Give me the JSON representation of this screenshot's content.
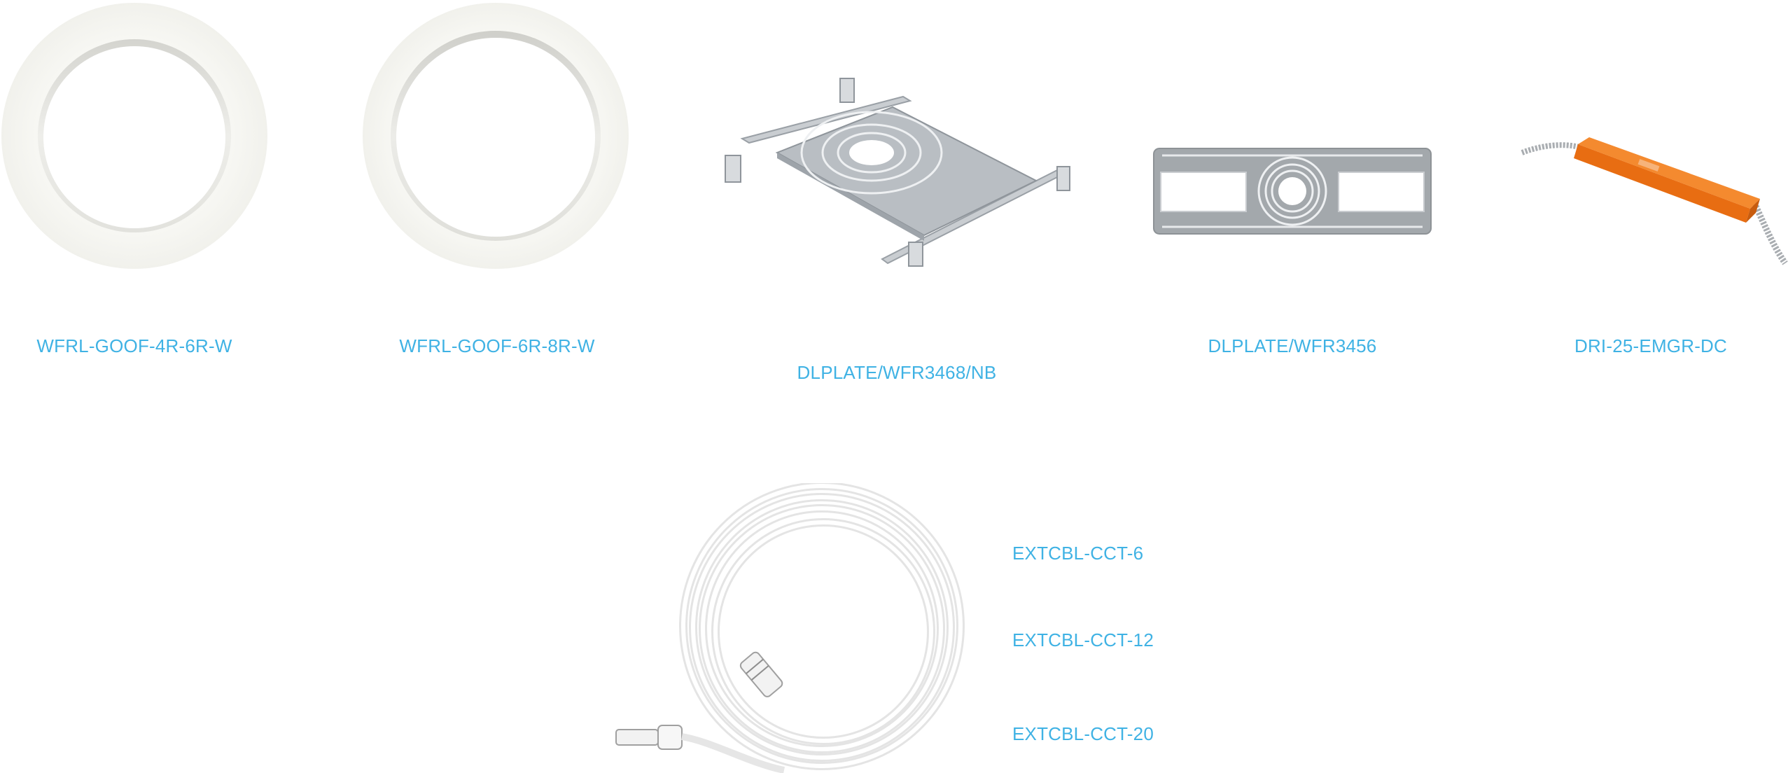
{
  "products": [
    {
      "sku": "WFRL-GOOF-4R-6R-W",
      "image": "trim-ring-4r-6r-image"
    },
    {
      "sku": "WFRL-GOOF-6R-8R-W",
      "image": "trim-ring-6r-8r-image"
    },
    {
      "sku": "DLPLATE/WFR3468/NB",
      "image": "mounting-plate-bracket-image"
    },
    {
      "sku": "DLPLATE/WFR3456",
      "image": "mounting-plate-flat-image"
    },
    {
      "sku": "DRI-25-EMGR-DC",
      "image": "emergency-driver-image"
    }
  ],
  "cables": [
    {
      "sku": "EXTCBL-CCT-6"
    },
    {
      "sku": "EXTCBL-CCT-12"
    },
    {
      "sku": "EXTCBL-CCT-20"
    }
  ],
  "colors": {
    "link": "#3fb2e4",
    "ring": "#f6f6f1",
    "plate": "#b7bcc1",
    "driver": "#f07a1f",
    "cable": "#f3f3f3"
  }
}
